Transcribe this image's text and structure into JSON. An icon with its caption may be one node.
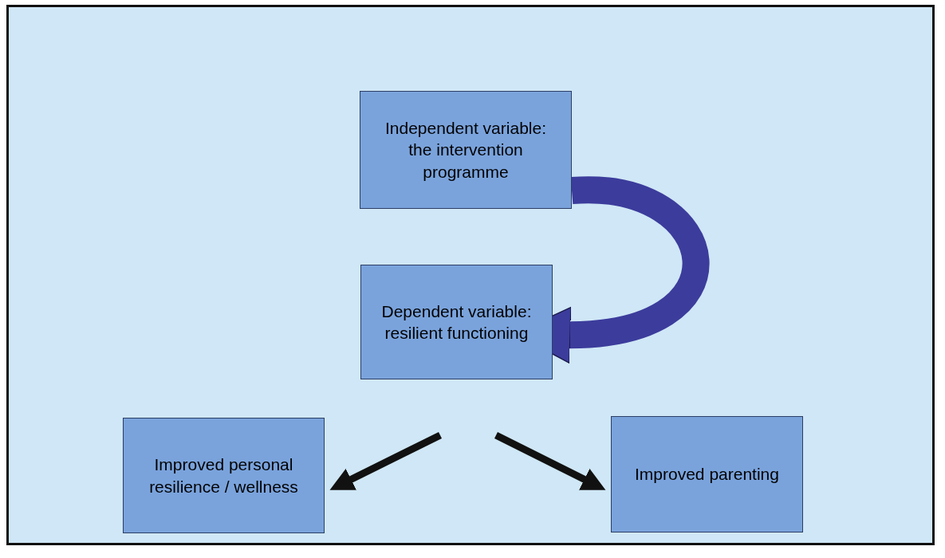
{
  "diagram": {
    "nodes": [
      {
        "text": [
          "Independent variable: the intervention programme"
        ]
      },
      {
        "text": [
          "Dependent variable: resilient functioning"
        ]
      },
      {
        "text": [
          "Improved personal resilience / wellness"
        ]
      },
      {
        "text": [
          "Improved parenting"
        ]
      }
    ],
    "edges": [
      {
        "from": 0,
        "to": 1,
        "arrow": "to",
        "style": "thick",
        "color": "#3c3c9c"
      },
      {
        "from": 1,
        "to": 2,
        "arrow": "to"
      },
      {
        "from": 1,
        "to": 3,
        "arrow": "to"
      }
    ]
  }
}
